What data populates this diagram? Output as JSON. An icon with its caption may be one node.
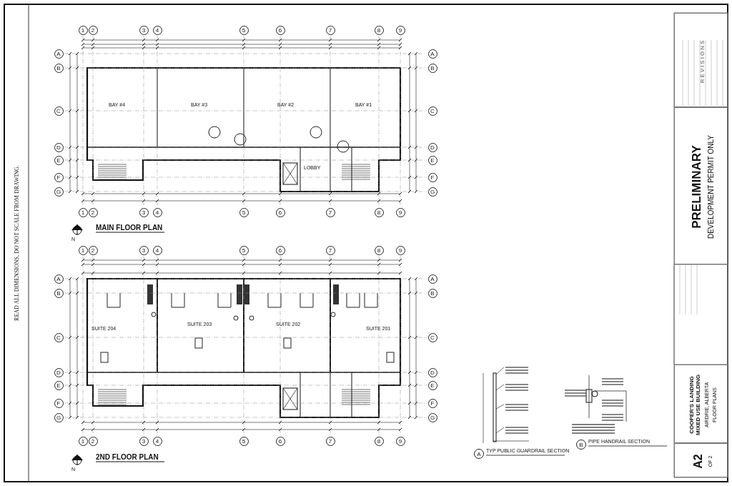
{
  "diagram": {
    "nodes": [
      {
        "text": [
          "1"
        ]
      },
      {
        "text": [
          "2"
        ]
      },
      {
        "text": [
          "3"
        ]
      },
      {
        "text": [
          "4"
        ]
      },
      {
        "text": [
          "5"
        ]
      },
      {
        "text": [
          "6"
        ]
      },
      {
        "text": [
          "7"
        ]
      },
      {
        "text": [
          "8"
        ]
      },
      {
        "text": [
          "9"
        ]
      },
      {
        "text": [
          "A"
        ]
      },
      {
        "text": [
          "A"
        ]
      },
      {
        "text": [
          "B"
        ]
      },
      {
        "text": [
          "B"
        ]
      },
      {
        "text": [
          "C"
        ]
      },
      {
        "text": [
          "C"
        ]
      },
      {
        "text": [
          "D"
        ]
      },
      {
        "text": [
          "D"
        ]
      },
      {
        "text": [
          "E"
        ]
      },
      {
        "text": [
          "E"
        ]
      },
      {
        "text": [
          "F"
        ]
      },
      {
        "text": [
          "F"
        ]
      },
      {
        "text": [
          "G"
        ]
      },
      {
        "text": [
          "G"
        ]
      },
      {
        "text": [
          "1"
        ]
      },
      {
        "text": [
          "2"
        ]
      },
      {
        "text": [
          "3"
        ]
      },
      {
        "text": [
          "4"
        ]
      },
      {
        "text": [
          "5"
        ]
      },
      {
        "text": [
          "6"
        ]
      },
      {
        "text": [
          "7"
        ]
      },
      {
        "text": [
          "8"
        ]
      },
      {
        "text": [
          "9"
        ]
      },
      {
        "text": [
          "1"
        ]
      },
      {
        "text": [
          "2"
        ]
      },
      {
        "text": [
          "3"
        ]
      },
      {
        "text": [
          "4"
        ]
      },
      {
        "text": [
          "5"
        ]
      },
      {
        "text": [
          "6"
        ]
      },
      {
        "text": [
          "7"
        ]
      },
      {
        "text": [
          "8"
        ]
      },
      {
        "text": [
          "9"
        ]
      },
      {
        "text": [
          "A"
        ]
      },
      {
        "text": [
          "A"
        ]
      },
      {
        "text": [
          "B"
        ]
      },
      {
        "text": [
          "B"
        ]
      },
      {
        "text": [
          "C"
        ]
      },
      {
        "text": [
          "C"
        ]
      },
      {
        "text": [
          "D"
        ]
      },
      {
        "text": [
          "D"
        ]
      },
      {
        "text": [
          "E"
        ]
      },
      {
        "text": [
          "E"
        ]
      },
      {
        "text": [
          "F"
        ]
      },
      {
        "text": [
          "F"
        ]
      },
      {
        "text": [
          "G"
        ]
      },
      {
        "text": [
          "G"
        ]
      },
      {
        "text": [
          "1"
        ]
      },
      {
        "text": [
          "2"
        ]
      },
      {
        "text": [
          "3"
        ]
      },
      {
        "text": [
          "4"
        ]
      },
      {
        "text": [
          "5"
        ]
      },
      {
        "text": [
          "6"
        ]
      },
      {
        "text": [
          "7"
        ]
      },
      {
        "text": [
          "8"
        ]
      },
      {
        "text": [
          "9"
        ]
      },
      {
        "text": [
          "A"
        ]
      },
      {
        "text": [
          "B"
        ]
      },
      {
        "text": [
          "REVISIONS"
        ]
      },
      {
        "text": [
          "PRELIMINARY",
          "DEVELOPMENT PERMIT ONLY"
        ]
      },
      {
        "text": [
          "COOPER'S LANDING MIXED USE BUILDING",
          "AIRDRIE, ALBERTA",
          "FLOOR PLANS"
        ]
      },
      {
        "text": [
          "A2",
          "OF 2"
        ]
      }
    ],
    "labels": [
      "BAY #4",
      "BAY #3",
      "BAY #2",
      "BAY #1",
      "LOBBY",
      "MAIN FLOOR PLAN",
      "N",
      "SUITE 204",
      "SUITE 203",
      "SUITE 202",
      "SUITE 201",
      "2ND FLOOR PLAN",
      "N",
      "TYP PUBLIC GUARDRAIL SECTION",
      "PIPE HANDRAIL SECTION",
      "READ ALL DIMENSIONS, DO NOT SCALE FROM DRAWING."
    ]
  }
}
